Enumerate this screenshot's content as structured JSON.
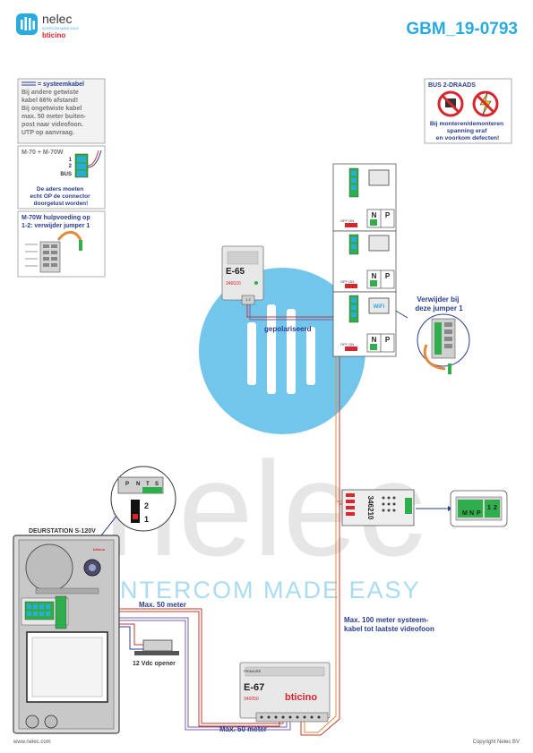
{
  "header": {
    "brand_name": "nelec",
    "brand_tagline": "INTERCOM MADE EASY",
    "brand_partner": "bticino",
    "document_code": "GBM_19-0793"
  },
  "notes": {
    "cable": {
      "legend": "= systeemkabel",
      "lines": [
        "Bij andere getwiste",
        "kabel 66% afstand!",
        "Bij ongetwiste kabel",
        "max. 50 meter buiten-",
        "post naar videofoon.",
        "UTP op aanvraag."
      ]
    },
    "m70": {
      "title": "M-70 + M-70W",
      "term_1": "1",
      "term_2": "2",
      "term_bus": "BUS",
      "lines": [
        "De aders moeten",
        "echt OP de connector",
        "doorgelust worden!"
      ]
    },
    "m70w": {
      "lines": [
        "M-70W hulpvoeding op",
        "1-2: verwijder jumper 1"
      ]
    },
    "bus": {
      "title": "BUS 2-DRAADS",
      "lines": [
        "Bij monteren/demonteren",
        "spanning eraf",
        "en voorkom defecten!"
      ]
    }
  },
  "devices": {
    "e65": {
      "model": "E-65",
      "code": "346020",
      "terminals": "1 2"
    },
    "e67": {
      "label_top": "PRIMAIRE",
      "model": "E-67",
      "code": "346050",
      "brand": "bticino"
    },
    "decoder": {
      "code": "346210"
    },
    "door_station": {
      "title": "DEURSTATION S-120V",
      "brand": "bticino"
    },
    "opener": {
      "label": "12 Vdc opener"
    },
    "monitors": {
      "switch_label": "OFF ON",
      "n_label": "N",
      "p_label": "P",
      "wifi_label": "WiFi"
    },
    "keypad_zoom": {
      "labels": [
        "P",
        "N",
        "T",
        "S"
      ],
      "markers": [
        "2",
        "1"
      ]
    },
    "decoder_zoom": {
      "labels": [
        "M",
        "N",
        "P",
        "1",
        "2"
      ]
    }
  },
  "annotations": {
    "polarized": "gepolariseerd",
    "remove_jumper": [
      "Verwijder bij",
      "deze jumper 1"
    ],
    "max50_top": "Max. 50 meter",
    "max50_bottom": "Max. 50 meter",
    "max100": [
      "Max. 100 meter systeem-",
      "kabel tot laatste videofoon"
    ]
  },
  "watermark": {
    "big": "nelec",
    "small": "INTERCOM MADE EASY"
  },
  "footer": {
    "website": "www.nelec.com",
    "copyright": "Copyright Nelec BV"
  },
  "colors": {
    "brand_blue": "#29aae1",
    "note_blue": "#2a3d8f",
    "wire_red": "#c0392b",
    "wire_purple": "#7a5ea8",
    "wire_orange": "#e58a3a",
    "terminal_green": "#2fae4b",
    "bticino_red": "#d8262e"
  }
}
